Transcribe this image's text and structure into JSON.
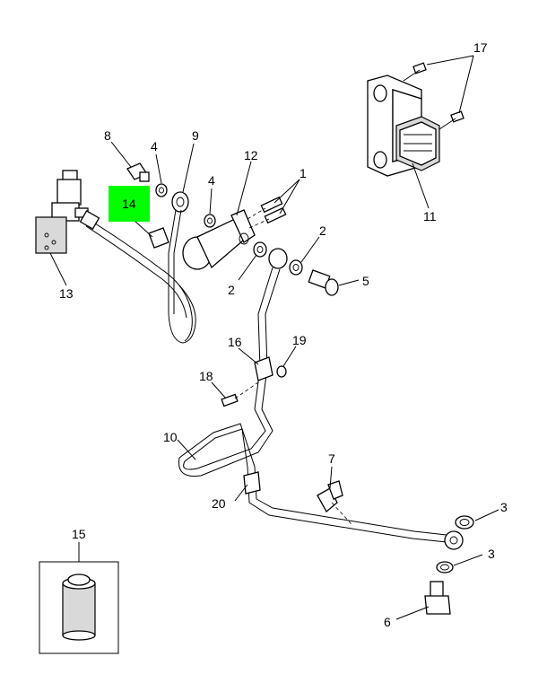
{
  "callouts": {
    "c1": "1",
    "c2a": "2",
    "c2b": "2",
    "c3a": "3",
    "c3b": "3",
    "c4a": "4",
    "c4b": "4",
    "c5": "5",
    "c6": "6",
    "c7": "7",
    "c8": "8",
    "c9": "9",
    "c10": "10",
    "c11": "11",
    "c12": "12",
    "c13": "13",
    "c14": "14",
    "c15": "15",
    "c16": "16",
    "c17": "17",
    "c18": "18",
    "c19": "19",
    "c20": "20"
  },
  "colors": {
    "highlight": "#00ff00",
    "line": "#000000",
    "background": "#ffffff"
  }
}
